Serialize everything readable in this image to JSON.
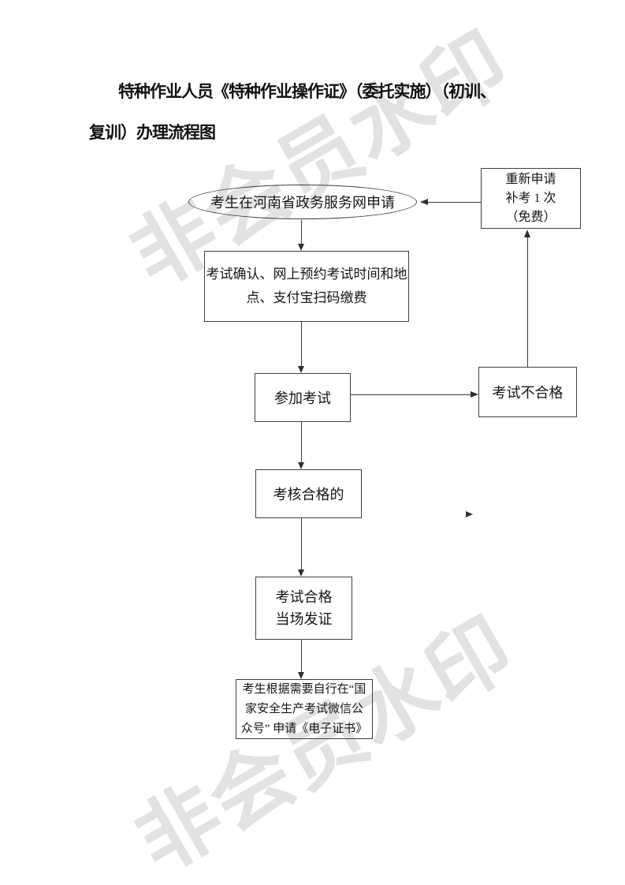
{
  "colors": {
    "background": "#ffffff",
    "box_border": "#3f3f3f",
    "line": "#3a3a3a",
    "arrow": "#2f2f2f",
    "text": "#161616",
    "watermark": "#e4e1e1"
  },
  "watermark": {
    "text": "非会员水印"
  },
  "title": {
    "line1": "特种作业人员《特种作业操作证》（委托实施）（初训、",
    "line2": "复训）办理流程图"
  },
  "flowchart": {
    "start": {
      "label": "考生在河南省政务服务网申请"
    },
    "reapply": {
      "line1": "重新申请",
      "line2": "补考 1 次",
      "line3": "（免费）"
    },
    "confirm": {
      "line1": "考试确认、网上预约考试时间和地",
      "line2": "点、支付宝扫码缴费"
    },
    "take_exam": {
      "label": "参加考试"
    },
    "fail": {
      "label": "考试不合格"
    },
    "assess_pass": {
      "label": "考核合格的"
    },
    "issue": {
      "line1": "考试合格",
      "line2": "当场发证"
    },
    "ecert": {
      "line1": "考生根据需要自行在“国",
      "line2": "家安全生产考试微信公",
      "line3": "众号” 申请《电子证书》"
    }
  }
}
